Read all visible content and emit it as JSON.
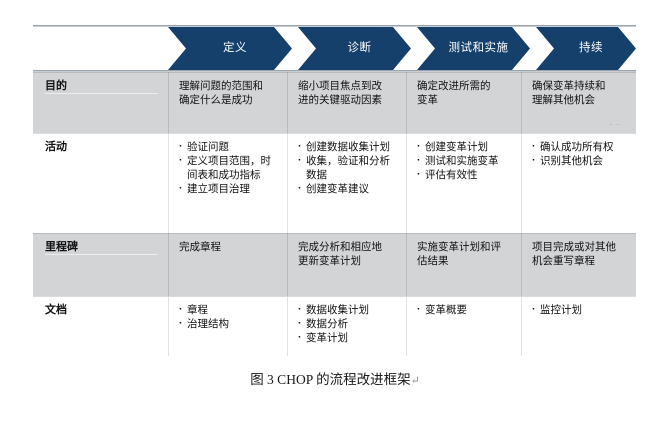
{
  "figure": {
    "caption_text": "图  3 CHOP 的流程改进框架",
    "caption_mark": "↵"
  },
  "phases": [
    {
      "id": "define",
      "label": "定义"
    },
    {
      "id": "diagnose",
      "label": "诊断"
    },
    {
      "id": "test",
      "label": "测试和实施"
    },
    {
      "id": "sustain",
      "label": "持续"
    }
  ],
  "colors": {
    "chevron_fill": "#15406c",
    "chevron_text": "#ffffff",
    "row_shaded": "#d2d4d6",
    "row_plain": "#ffffff",
    "rule": "#9aa4ae"
  },
  "rows": [
    {
      "id": "purpose",
      "label": "目的",
      "type": "text",
      "cells": [
        "理解问题的范围和\n确定什么是成功",
        "缩小项目焦点到改\n进的关键驱动因素",
        "确定改进所需的\n变革",
        "确保变革持续和\n理解其他机会"
      ],
      "cell_note": ". ."
    },
    {
      "id": "activity",
      "label": "活动",
      "type": "bullets",
      "cells": [
        [
          "验证问题",
          "定义项目范围，时\n  间表和成功指标",
          "建立项目治理"
        ],
        [
          "创建数据收集计划",
          "收集，验证和分析\n  数据",
          "创建变革建议"
        ],
        [
          "创建变革计划",
          "测试和实施变革",
          "评估有效性"
        ],
        [
          "确认成功所有权",
          "识别其他机会"
        ]
      ]
    },
    {
      "id": "milestone",
      "label": "里程碑",
      "type": "text",
      "cells": [
        "完成章程",
        "完成分析和相应地\n更新变革计划",
        "实施变革计划和评\n估结果",
        "项目完成或对其他\n机会重写章程"
      ]
    },
    {
      "id": "document",
      "label": "文档",
      "type": "bullets",
      "cells": [
        [
          "章程",
          "治理结构"
        ],
        [
          "数据收集计划",
          "数据分析",
          "变革计划"
        ],
        [
          "变革概要"
        ],
        [
          "监控计划"
        ]
      ]
    }
  ]
}
